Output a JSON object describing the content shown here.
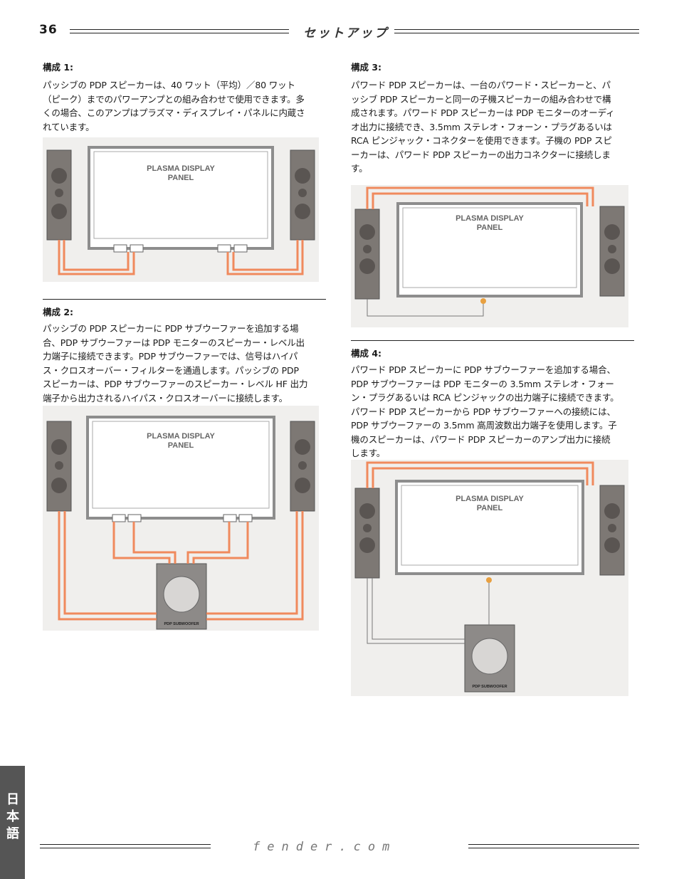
{
  "header": {
    "page_number": "36",
    "section_title": "セットアップ"
  },
  "config1": {
    "heading": "構成 1:",
    "lines": [
      "パッシブの PDP スピーカーは、40 ワット（平均）／80 ワット",
      "（ピーク）までのパワーアンプとの組み合わせで使用できます。多",
      "くの場合、このアンプはプラズマ・ディスプレイ・パネルに内蔵さ",
      "れています。"
    ]
  },
  "config2": {
    "heading": "構成 2:",
    "lines": [
      "パッシブの PDP スピーカーに PDP サブウーファーを追加する場",
      "合、PDP サブウーファーは PDP モニターのスピーカー・レベル出",
      "力端子に接続できます。PDP サブウーファーでは、信号はハイパ",
      "ス・クロスオーバー・フィルターを通過します。パッシブの PDP",
      "スピーカーは、PDP サブウーファーのスピーカー・レベル HF 出力",
      "端子から出力されるハイパス・クロスオーバーに接続します。"
    ]
  },
  "config3": {
    "heading": "構成 3:",
    "lines": [
      "パワード PDP スピーカーは、一台のパワード・スピーカーと、パ",
      "ッシブ PDP スピーカーと同一の子機スピーカーの組み合わせで構",
      "成されます。パワード PDP スピーカーは PDP モニターのオーディ",
      "オ出力に接続でき、3.5mm ステレオ・フォーン・プラグあるいは",
      "RCA ピンジャック・コネクターを使用できます。子機の PDP スピ",
      "ーカーは、パワード PDP スピーカーの出力コネクターに接続しま",
      "す。"
    ]
  },
  "config4": {
    "heading": "構成 4:",
    "lines": [
      "パワード PDP スピーカーに PDP サブウーファーを追加する場合、",
      "PDP サブウーファーは PDP モニターの 3.5mm ステレオ・フォー",
      "ン・プラグあるいは RCA ピンジャックの出力端子に接続できます。",
      "パワード PDP スピーカーから PDP サブウーファーへの接続には、",
      "PDP サブウーファーの 3.5mm 高周波数出力端子を使用します。子",
      "機のスピーカーは、パワード PDP スピーカーのアンプ出力に接続",
      "します。"
    ]
  },
  "diagram": {
    "panel_line1": "PLASMA DISPLAY",
    "panel_line2": "PANEL",
    "subwoofer_label": "PDP SUBWOOFER"
  },
  "footer": {
    "url": "fender.com",
    "language_tab": "日本語"
  },
  "colors": {
    "cable": "#f08a5d",
    "panel_frame": "#8d8d8d",
    "speaker": "#7d7874"
  }
}
